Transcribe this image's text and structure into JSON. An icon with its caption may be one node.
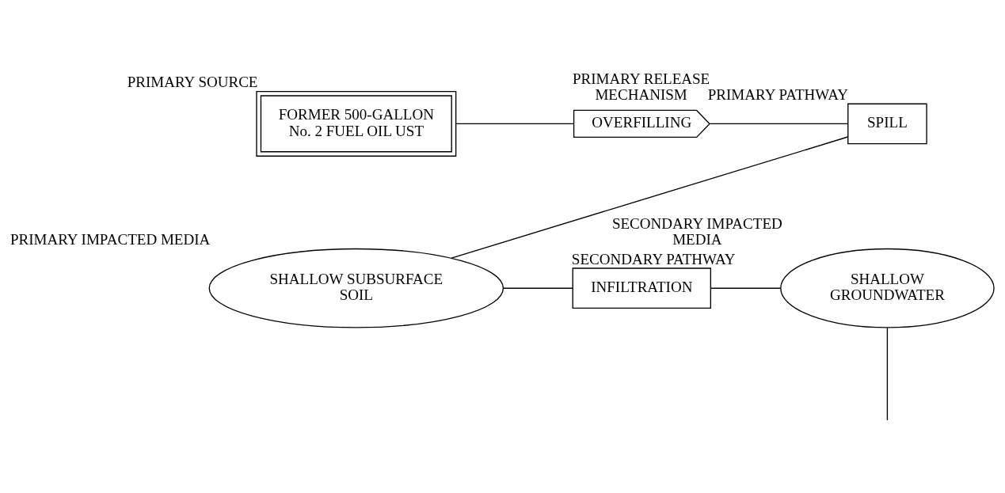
{
  "diagram": {
    "nodes": [
      {
        "text": [
          "FORMER 500-GALLON No. 2 FUEL OIL UST"
        ],
        "beside": [
          "PRIMARY SOURCE"
        ]
      },
      {
        "text": [
          "OVERFILLING"
        ],
        "beside": [
          "PRIMARY RELEASE MECHANISM"
        ]
      },
      {
        "text": [
          "SPILL"
        ],
        "beside": [
          "PRIMARY PATHWAY"
        ]
      },
      {
        "text": [
          "SHALLOW SUBSURFACE SOIL"
        ],
        "beside": [
          "PRIMARY IMPACTED MEDIA"
        ]
      },
      {
        "text": [
          "INFILTRATION"
        ],
        "beside": [
          "SECONDARY PATHWAY"
        ]
      },
      {
        "text": [
          "SHALLOW GROUNDWATER"
        ],
        "beside": [
          "SECONDARY IMPACTED MEDIA"
        ]
      }
    ],
    "edges": [
      {
        "from": 0,
        "to": 1,
        "arrow": "none"
      },
      {
        "from": 1,
        "to": 2,
        "arrow": "none"
      },
      {
        "from": 2,
        "to": 3,
        "arrow": "none"
      },
      {
        "from": 3,
        "to": 4,
        "arrow": "none"
      },
      {
        "from": 4,
        "to": 5,
        "arrow": "none"
      },
      {
        "from": 5,
        "to": null,
        "arrow": "none"
      }
    ]
  }
}
